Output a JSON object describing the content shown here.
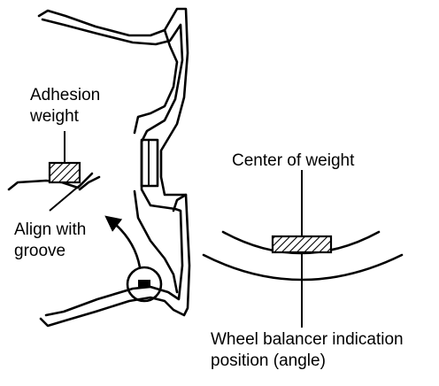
{
  "labels": {
    "adhesion_weight_line1": "Adhesion",
    "adhesion_weight_line2": "weight",
    "align_groove_line1": "Align with",
    "align_groove_line2": "groove",
    "center_of_weight": "Center of weight",
    "balancer_line1": "Wheel balancer indication",
    "balancer_line2": "position (angle)"
  }
}
